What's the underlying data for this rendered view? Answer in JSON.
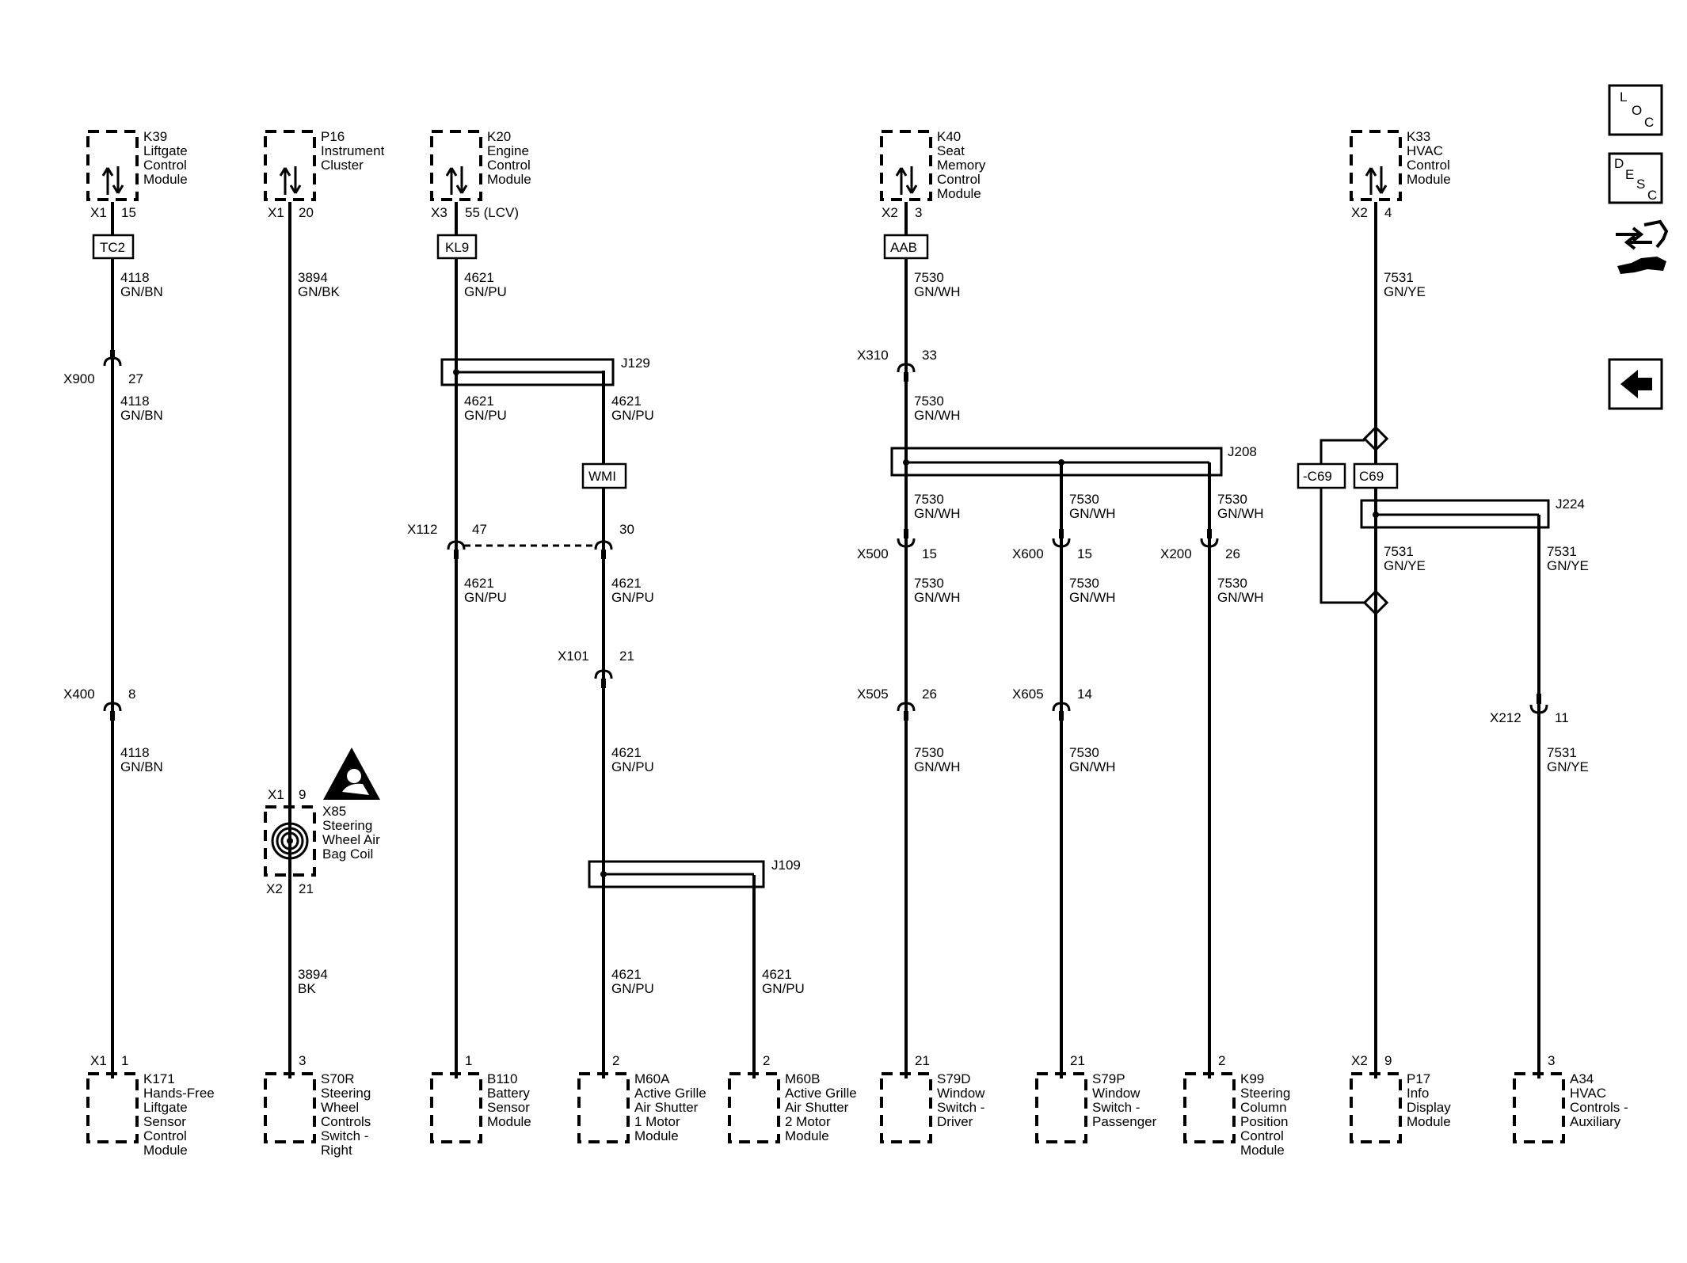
{
  "modules": {
    "k39": [
      "K39",
      "Liftgate",
      "Control",
      "Module"
    ],
    "p16": [
      "P16",
      "Instrument",
      "Cluster"
    ],
    "k20": [
      "K20",
      "Engine",
      "Control",
      "Module"
    ],
    "k40": [
      "K40",
      "Seat",
      "Memory",
      "Control",
      "Module"
    ],
    "k33": [
      "K33",
      "HVAC",
      "Control",
      "Module"
    ],
    "x85": [
      "X85",
      "Steering",
      "Wheel Air",
      "Bag Coil"
    ],
    "k171": [
      "K171",
      "Hands-Free",
      "Liftgate",
      "Sensor",
      "Control",
      "Module"
    ],
    "s70r": [
      "S70R",
      "Steering",
      "Wheel",
      "Controls",
      "Switch -",
      "Right"
    ],
    "b110": [
      "B110",
      "Battery",
      "Sensor",
      "Module"
    ],
    "m60a": [
      "M60A",
      "Active Grille",
      "Air Shutter",
      "1 Motor",
      "Module"
    ],
    "m60b": [
      "M60B",
      "Active Grille",
      "Air Shutter",
      "2 Motor",
      "Module"
    ],
    "s79d": [
      "S79D",
      "Window",
      "Switch -",
      "Driver"
    ],
    "s79p": [
      "S79P",
      "Window",
      "Switch -",
      "Passenger"
    ],
    "k99": [
      "K99",
      "Steering",
      "Column",
      "Position",
      "Control",
      "Module"
    ],
    "p17": [
      "P17",
      "Info",
      "Display",
      "Module"
    ],
    "a34": [
      "A34",
      "HVAC",
      "Controls -",
      "Auxiliary"
    ]
  },
  "pins": {
    "k39_conn": "X1",
    "k39_pin": "15",
    "p16_conn": "X1",
    "p16_pin": "20",
    "k20_conn": "X3",
    "k20_pin": "55 (LCV)",
    "k40_conn": "X2",
    "k40_pin": "3",
    "k33_conn": "X2",
    "k33_pin": "4",
    "x85_top_conn": "X1",
    "x85_top_pin": "9",
    "x85_bot_conn": "X2",
    "x85_bot_pin": "21",
    "k171_conn": "X1",
    "k171_pin": "1",
    "s70r_pin": "3",
    "b110_pin": "1",
    "m60a_pin": "2",
    "m60b_pin": "2",
    "s79d_pin": "21",
    "s79p_pin": "21",
    "k99_pin": "2",
    "p17_conn": "X2",
    "p17_pin": "9",
    "a34_pin": "3"
  },
  "options": {
    "tc2": "TC2",
    "kl9": "KL9",
    "aab": "AAB",
    "wmi": "WMI",
    "c69_neg": "-C69",
    "c69": "C69"
  },
  "inline": {
    "x900": "X900",
    "x900_pin": "27",
    "x400": "X400",
    "x400_pin": "8",
    "x112": "X112",
    "x112_pin": "47",
    "x112_pin2": "30",
    "x101": "X101",
    "x101_pin": "21",
    "x310": "X310",
    "x310_pin": "33",
    "x500": "X500",
    "x500_pin": "15",
    "x600": "X600",
    "x600_pin": "15",
    "x200": "X200",
    "x200_pin": "26",
    "x505": "X505",
    "x505_pin": "26",
    "x605": "X605",
    "x605_pin": "14",
    "x212": "X212",
    "x212_pin": "11"
  },
  "splices": {
    "j129": "J129",
    "j109": "J109",
    "j208": "J208",
    "j224": "J224"
  },
  "wires": {
    "c1a": [
      "4118",
      "GN/BN"
    ],
    "c1b": [
      "4118",
      "GN/BN"
    ],
    "c1c": [
      "4118",
      "GN/BN"
    ],
    "c2a": [
      "3894",
      "GN/BK"
    ],
    "c2b": [
      "3894",
      "BK"
    ],
    "c3a": [
      "4621",
      "GN/PU"
    ],
    "c3b": [
      "4621",
      "GN/PU"
    ],
    "c3c": [
      "4621",
      "GN/PU"
    ],
    "c4a": [
      "4621",
      "GN/PU"
    ],
    "c4b": [
      "4621",
      "GN/PU"
    ],
    "c4c": [
      "4621",
      "GN/PU"
    ],
    "c4d": [
      "4621",
      "GN/PU"
    ],
    "c5a": [
      "4621",
      "GN/PU"
    ],
    "c6a": [
      "7530",
      "GN/WH"
    ],
    "c6b": [
      "7530",
      "GN/WH"
    ],
    "c6c": [
      "7530",
      "GN/WH"
    ],
    "c6d": [
      "7530",
      "GN/WH"
    ],
    "c6e": [
      "7530",
      "GN/WH"
    ],
    "c7a": [
      "7530",
      "GN/WH"
    ],
    "c7b": [
      "7530",
      "GN/WH"
    ],
    "c7c": [
      "7530",
      "GN/WH"
    ],
    "c8a": [
      "7530",
      "GN/WH"
    ],
    "c8b": [
      "7530",
      "GN/WH"
    ],
    "c9a": [
      "7531",
      "GN/YE"
    ],
    "c9b": [
      "7531",
      "GN/YE"
    ],
    "c10a": [
      "7531",
      "GN/YE"
    ],
    "c10b": [
      "7531",
      "GN/YE"
    ]
  },
  "nav": {
    "loc": [
      "L",
      "O",
      "C"
    ],
    "desc": [
      "D",
      "E",
      "S",
      "C"
    ]
  },
  "colors": {
    "line": "#000000",
    "background": "#ffffff"
  }
}
